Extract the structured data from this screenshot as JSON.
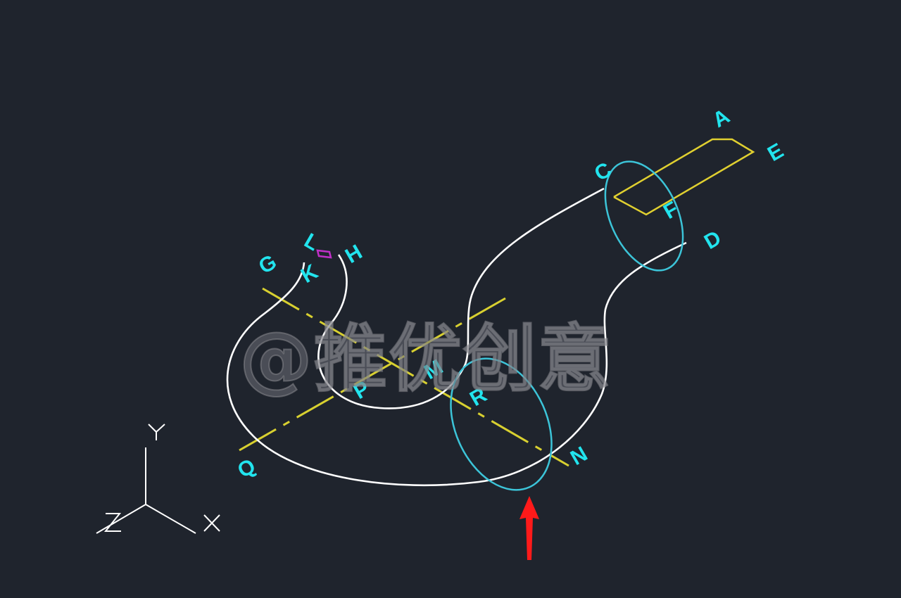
{
  "drawing": {
    "type": "isometric CAD drawing",
    "background_color": "#1f242d",
    "colors": {
      "curve": "#ffffff",
      "label": "#22e4ee",
      "ellipse": "#3cc4d8",
      "centerline": "#d8d030",
      "profile": "#e0d030",
      "marker": "#c030c8",
      "arrow": "#ff1a1a",
      "ucs": "#ffffff"
    },
    "labels": {
      "A": "A",
      "B": "E",
      "C": "C",
      "D": "D",
      "F": "F",
      "G": "G",
      "H": "H",
      "K": "K",
      "L": "L",
      "M": "M",
      "N": "N",
      "P": "P",
      "Q": "Q",
      "R": "R"
    },
    "ucs_icon": {
      "x": "X",
      "y": "Y",
      "z": "Z"
    },
    "watermark": "@推优创意"
  }
}
